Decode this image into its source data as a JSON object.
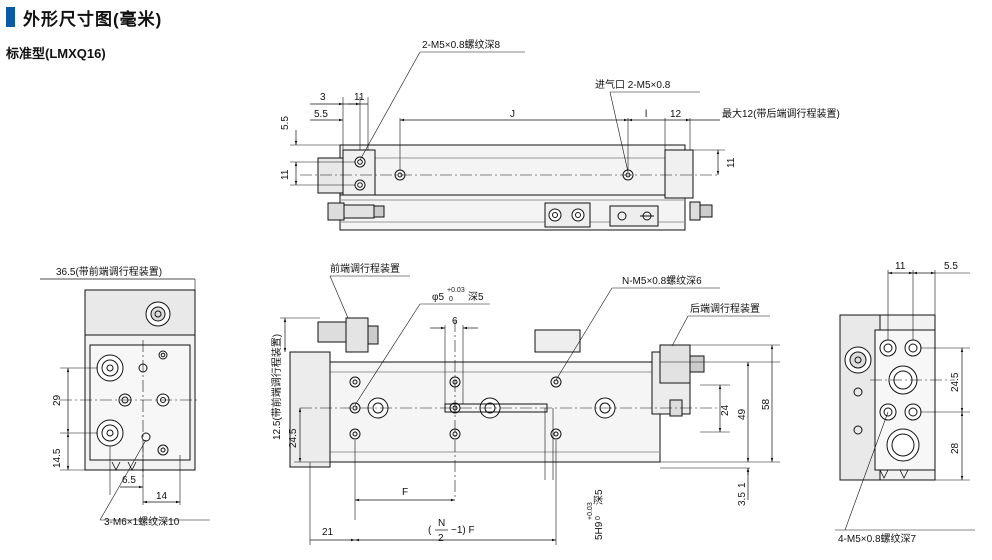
{
  "header": {
    "title": "外形尺寸图(毫米)",
    "accent": "#0a5aa6"
  },
  "subtitle": "标准型(LMXQ16)",
  "top_view": {
    "callout_thread": "2-M5×0.8螺纹深8",
    "callout_port": "进气口 2-M5×0.8",
    "callout_max": "最大12(带后端调行程装置)",
    "d_3": "3",
    "d_11a": "11",
    "d_5_5a": "5.5",
    "d_J": "J",
    "d_l": "l",
    "d_12": "12",
    "d_5_5_side": "5.5",
    "d_11_side": "11",
    "d_11_right": "11"
  },
  "left_view": {
    "d_36_5": "36.5(带前端调行程装置)",
    "d_29": "29",
    "d_14_5": "14.5",
    "d_6_5": "6.5",
    "d_14": "14",
    "callout": "3-M6×1螺纹深10"
  },
  "front_view": {
    "label_front_adj": "前端调行程装置",
    "label_rear_adj": "后端调行程装置",
    "callout_pin": "φ5",
    "callout_pin_tol": "+0.03",
    "callout_pin_tol0": "0",
    "callout_pin_depth": "深5",
    "callout_thread": "N-M5×0.8螺纹深6",
    "d_6": "6",
    "d_12_5": "12.5(带前端调行程装置)",
    "d_24_5": "24.5",
    "d_24": "24",
    "d_49": "49",
    "d_58": "58",
    "d_1": "1",
    "d_3_5": "3.5",
    "d_F": "F",
    "d_21": "21",
    "d_formula_open": "(",
    "d_formula_N": "N",
    "d_formula_2": "2",
    "d_formula_tail": "−1) F",
    "d_5H9": "5H9",
    "d_5H9_tol": "+0.03",
    "d_5H9_tol0": "0",
    "d_5H9_depth": "深5"
  },
  "right_view": {
    "d_11": "11",
    "d_5_5": "5.5",
    "d_24_5": "24.5",
    "d_28": "28",
    "callout": "4-M5×0.8螺纹深7"
  }
}
